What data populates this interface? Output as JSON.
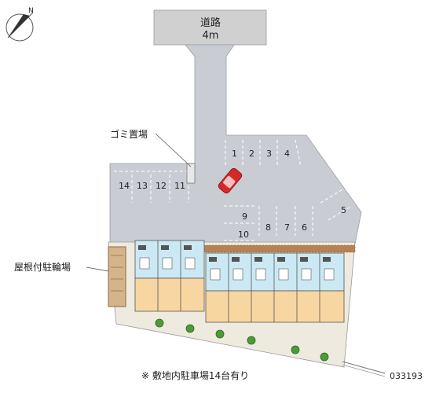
{
  "road": {
    "name": "道路",
    "width": "4m"
  },
  "labels": {
    "trash": "ゴミ置場",
    "bicycle": "屋根付駐輪場",
    "note": "※ 敷地内駐車場14台有り",
    "ref": "033193"
  },
  "compass": {
    "symbol": "N"
  },
  "parking_slots": [
    "1",
    "2",
    "3",
    "4",
    "5",
    "6",
    "7",
    "8",
    "9",
    "10",
    "11",
    "12",
    "13",
    "14"
  ],
  "colors": {
    "lot": "#c8ccd2",
    "road": "#d2d2d2",
    "building_floor": "#f8d7a4",
    "building_hall": "#bfe4f1",
    "hedge": "#b48255",
    "ground": "#ece8dc",
    "tree": "#4e9a3a",
    "car": "#d62828"
  }
}
